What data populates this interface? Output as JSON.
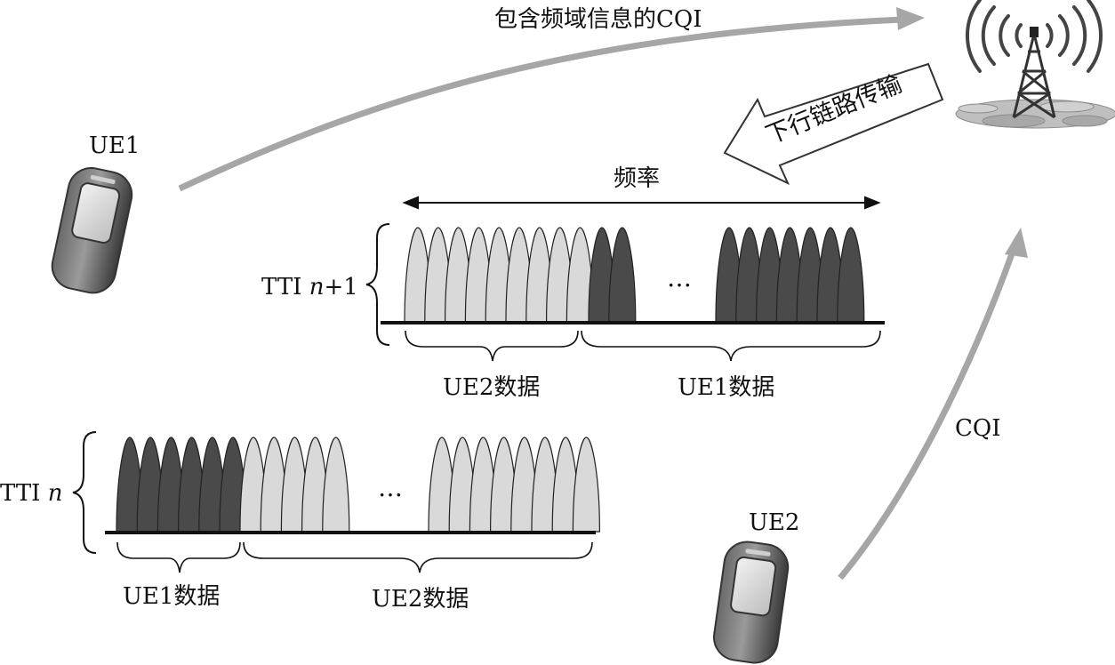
{
  "labels": {
    "cqi_top": "包含频域信息的CQI",
    "downlink": "下行链路传输",
    "frequency": "频率",
    "ue1": "UE1",
    "ue2": "UE2",
    "cqi_right": "CQI",
    "tti_n1_prefix": "TTI ",
    "tti_n1_n": "n",
    "tti_n1_suffix": "+1",
    "tti_n_prefix": "TTI ",
    "tti_n_n": "n",
    "ellipsis": "…",
    "ue2_data_top": "UE2数据",
    "ue1_data_top": "UE1数据",
    "ue1_data_bottom": "UE1数据",
    "ue2_data_bottom": "UE2数据"
  },
  "colors": {
    "dark_peak": "#4a4a4a",
    "light_peak": "#d9d9d9",
    "arrow_gray": "#a6a6a6",
    "axis": "#111111"
  },
  "icons": {
    "tower": "antenna-tower-icon",
    "phone": "mobile-phone-icon"
  }
}
